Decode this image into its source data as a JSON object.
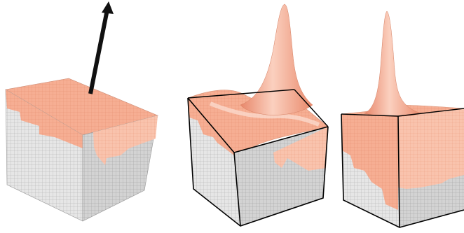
{
  "figure": {
    "panels": [
      {
        "id": "arrow-cube",
        "shows": [
          "mesh-cube",
          "direction-arrow"
        ]
      },
      {
        "id": "peak-cube-1",
        "shows": [
          "mesh-cube",
          "surface-peak"
        ]
      },
      {
        "id": "peak-cube-2",
        "shows": [
          "mesh-cube",
          "surface-peak"
        ]
      }
    ]
  },
  "colors": {
    "background": "#ffffff",
    "highlight_face": "#f5a88c",
    "highlight_light": "#f9c6b2",
    "gray_face": "#dcdcdc",
    "gray_face_light": "#ececec",
    "mesh_line": "#9a9a9a",
    "peak_fill": "#f7b39a",
    "peak_shade": "#e98c6e",
    "outline": "#000000",
    "arrow": "#111111"
  }
}
